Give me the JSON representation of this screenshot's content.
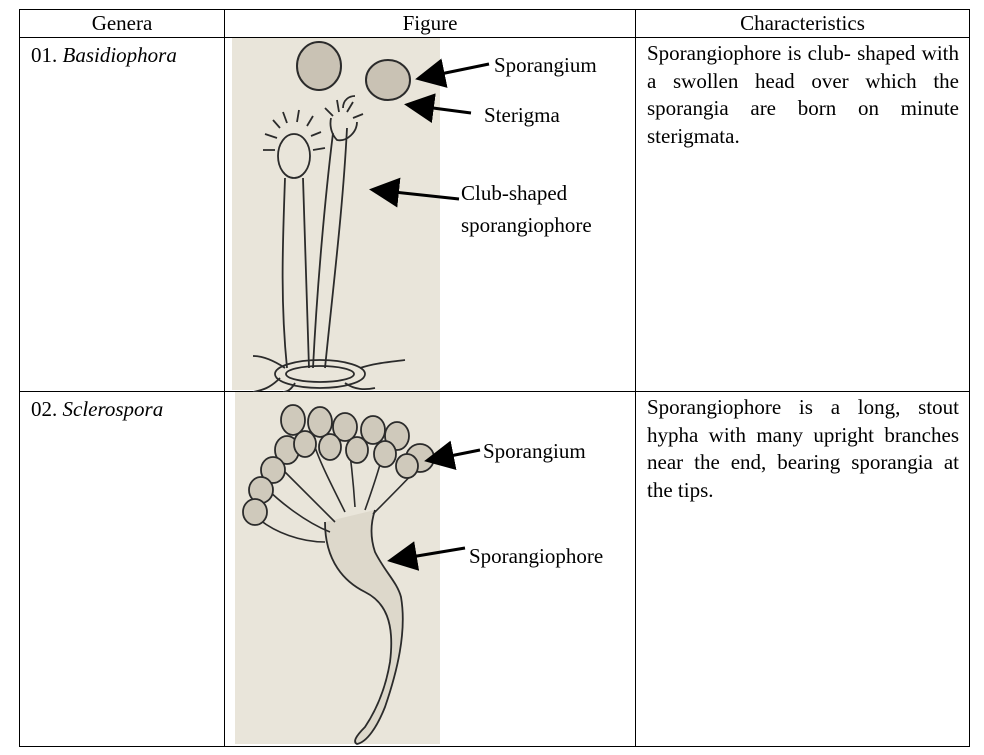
{
  "headers": {
    "genera": "Genera",
    "figure": "Figure",
    "characteristics": "Characteristics"
  },
  "rows": [
    {
      "number": "01.",
      "genus": "Basidiophora",
      "labels": {
        "sporangium": "Sporangium",
        "sterigma": "Sterigma",
        "club_line1": "Club-shaped",
        "club_line2": "sporangiophore"
      },
      "characteristics": "Sporangiophore is club- shaped with a swollen head over which the sporangia are born on minute sterigmata."
    },
    {
      "number": "02.",
      "genus": "Sclerospora",
      "labels": {
        "sporangium": "Sporangium",
        "sporangiophore": "Sporangiophore"
      },
      "characteristics": "Sporangiophore is a long, stout hypha with many upright branches near the end, bearing sporangia at the tips."
    }
  ],
  "colors": {
    "paper": "#e9e5da",
    "ink": "#2b2b2b"
  }
}
